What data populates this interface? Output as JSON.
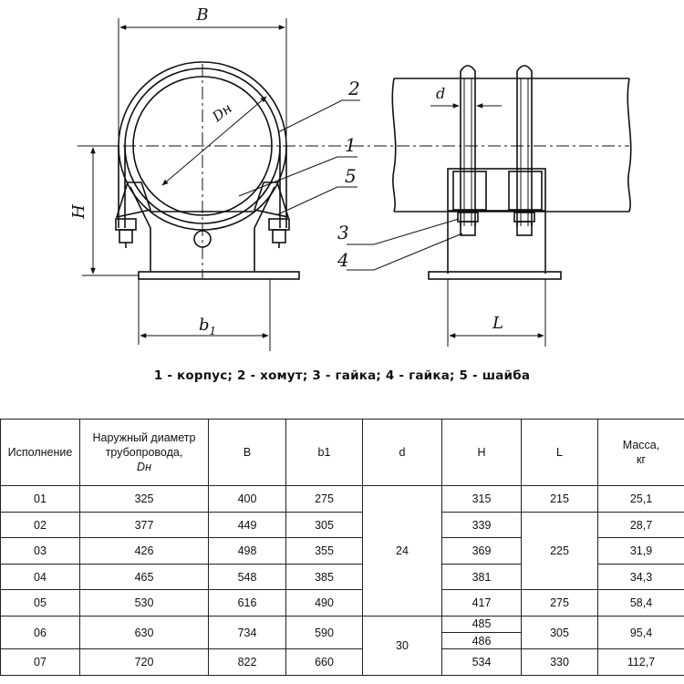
{
  "drawing": {
    "labels": {
      "B": "B",
      "Dn": "Dн",
      "H": "H",
      "b1": "b",
      "b1_sub": "1",
      "d": "d",
      "L": "L",
      "n1": "1",
      "n2": "2",
      "n3": "3",
      "n4": "4",
      "n5": "5"
    }
  },
  "caption": "1 - корпус; 2 - хомут; 3 - гайка; 4 - гайка; 5 - шайба",
  "table": {
    "headers": {
      "col0": "Исполнение",
      "col1": [
        "Наружный диаметр",
        "трубопровода,",
        "Dн"
      ],
      "col2": "B",
      "col3": "b1",
      "col4": "d",
      "col5": "H",
      "col6": "L",
      "col7": [
        "Масса,",
        "кг"
      ]
    },
    "rows": [
      {
        "ver": "01",
        "dn": "325",
        "b": "400",
        "b1": "275",
        "h": "315",
        "l": "215",
        "mass": "25,1"
      },
      {
        "ver": "02",
        "dn": "377",
        "b": "449",
        "b1": "305",
        "h": "339",
        "mass": "28,7"
      },
      {
        "ver": "03",
        "dn": "426",
        "b": "498",
        "b1": "355",
        "h": "369",
        "mass": "31,9"
      },
      {
        "ver": "04",
        "dn": "465",
        "b": "548",
        "b1": "385",
        "h": "381",
        "mass": "34,3"
      },
      {
        "ver": "05",
        "dn": "530",
        "b": "616",
        "b1": "490",
        "h": "417",
        "l": "275",
        "mass": "58,4"
      },
      {
        "ver": "06",
        "dn": "630",
        "b": "734",
        "b1": "590",
        "h_a": "485",
        "h_b": "486",
        "l": "305",
        "mass": "95,4"
      },
      {
        "ver": "07",
        "dn": "720",
        "b": "822",
        "b1": "660",
        "h": "534",
        "l": "330",
        "mass": "112,7"
      }
    ],
    "merged": {
      "d_24": "24",
      "d_30": "30",
      "l_225": "225"
    }
  }
}
